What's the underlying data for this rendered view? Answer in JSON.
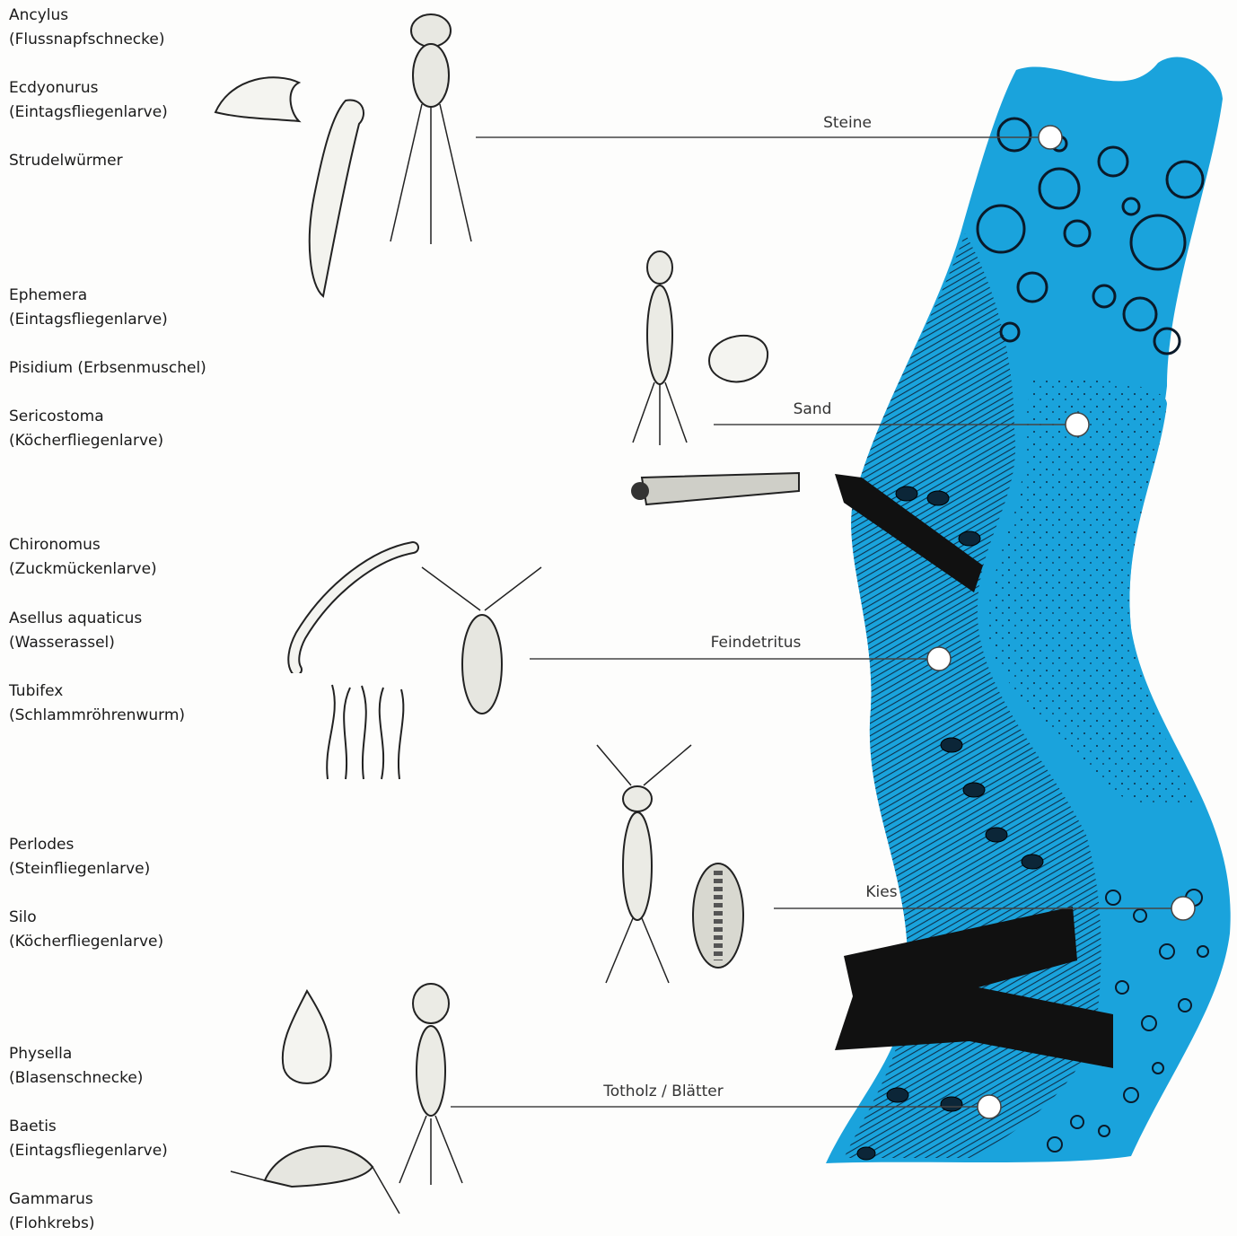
{
  "species": [
    {
      "name": "Ancylus",
      "common": "(Flussnapfschnecke)"
    },
    {
      "name": "Ecdyonurus",
      "common": "(Eintagsfliegenlarve)"
    },
    {
      "name": "Strudelwürmer",
      "common": ""
    },
    {
      "name": "Ephemera",
      "common": "(Eintagsfliegenlarve)"
    },
    {
      "name": "Pisidium (Erbsenmuschel)",
      "common": ""
    },
    {
      "name": "Sericostoma",
      "common": "(Köcherfliegenlarve)"
    },
    {
      "name": "Chironomus",
      "common": "(Zuckmückenlarve)"
    },
    {
      "name": "Asellus aquaticus",
      "common": "(Wasserassel)"
    },
    {
      "name": "Tubifex",
      "common": "(Schlammröhrenwurm)"
    },
    {
      "name": "Perlodes",
      "common": "(Steinfliegenlarve)"
    },
    {
      "name": "Silo",
      "common": "(Köcherfliegenlarve)"
    },
    {
      "name": "Physella",
      "common": "(Blasenschnecke)"
    },
    {
      "name": "Baetis",
      "common": "(Eintagsfliegenlarve)"
    },
    {
      "name": "Gammarus",
      "common": "(Flohkrebs)"
    }
  ],
  "substrates": [
    {
      "label": "Steine"
    },
    {
      "label": "Sand"
    },
    {
      "label": "Feindetritus"
    },
    {
      "label": "Kies"
    },
    {
      "label": "Totholz / Blätter"
    }
  ],
  "colors": {
    "water": "#1aa3dc",
    "ink": "#141414",
    "line": "#444444"
  }
}
